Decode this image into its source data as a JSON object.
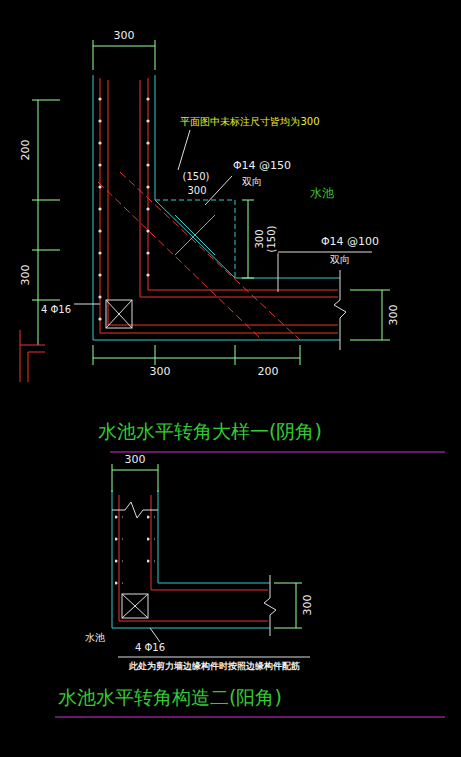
{
  "diagram": {
    "labels": [
      "300",
      "200",
      "300",
      "平面图中未标注尺寸皆均为300",
      "(150)",
      "300",
      "Φ14 @150",
      "双向",
      "水池",
      "300",
      "(150)",
      "Φ14 @100",
      "双向",
      "300",
      "4 Φ16",
      "300",
      "200",
      "水池水平转角大样一(阴角)",
      "300",
      "300",
      "水池",
      "4 Φ16",
      "此处为剪力墙边缘构件时按照边缘构件配筋",
      "水池水平转角构造二(阳角)"
    ]
  }
}
